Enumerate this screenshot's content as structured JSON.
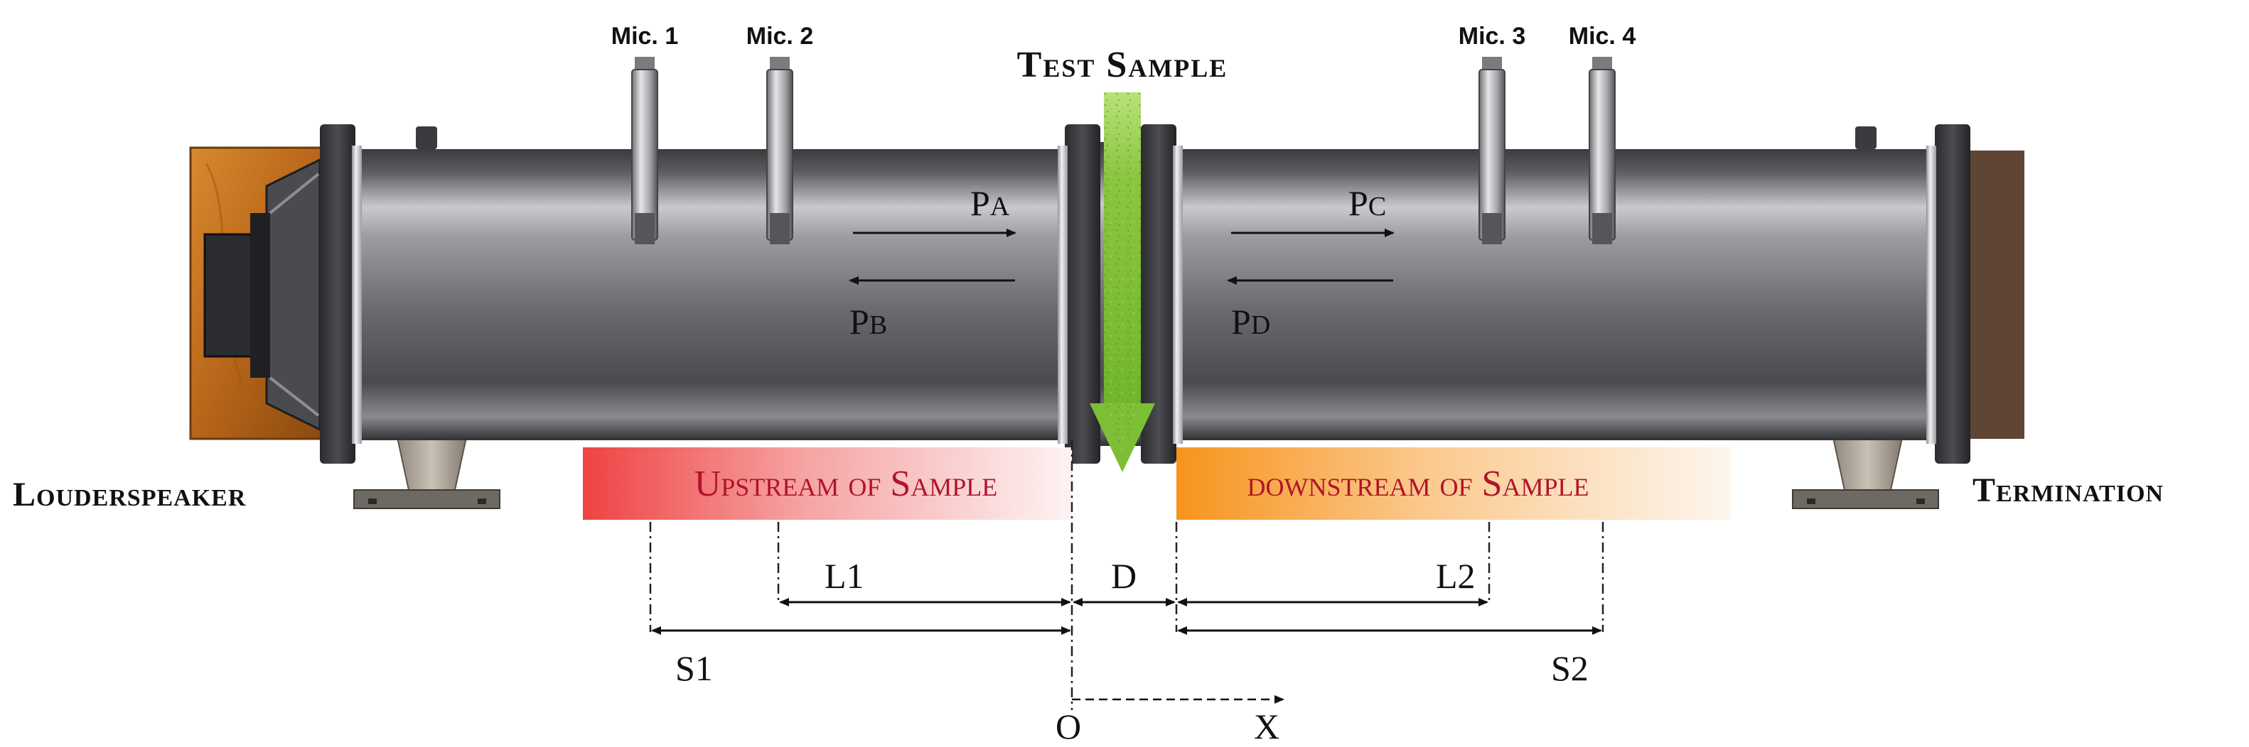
{
  "labels": {
    "test_sample": "Test Sample",
    "loudspeaker": "Louderspeaker",
    "termination": "Termination",
    "upstream": "Upstream of Sample",
    "downstream": "downstream of Sample"
  },
  "microphones": [
    "Mic. 1",
    "Mic. 2",
    "Mic. 3",
    "Mic. 4"
  ],
  "waves": {
    "pa": {
      "main": "P",
      "sub": "A"
    },
    "pb": {
      "main": "P",
      "sub": "B"
    },
    "pc": {
      "main": "P",
      "sub": "C"
    },
    "pd": {
      "main": "P",
      "sub": "D"
    }
  },
  "dimensions": {
    "l1": "L1",
    "l2": "L2",
    "d": "D",
    "s1": "S1",
    "s2": "S2",
    "origin": "O",
    "x_axis": "X"
  },
  "colors": {
    "pipe": "#6f7073",
    "speaker_box": "#c8741f",
    "termination": "#5e4534",
    "sample": "#8cc63f",
    "upstream_band": "#ef4b4b",
    "downstream_band": "#f7941d",
    "band_text": "#b0142a"
  }
}
